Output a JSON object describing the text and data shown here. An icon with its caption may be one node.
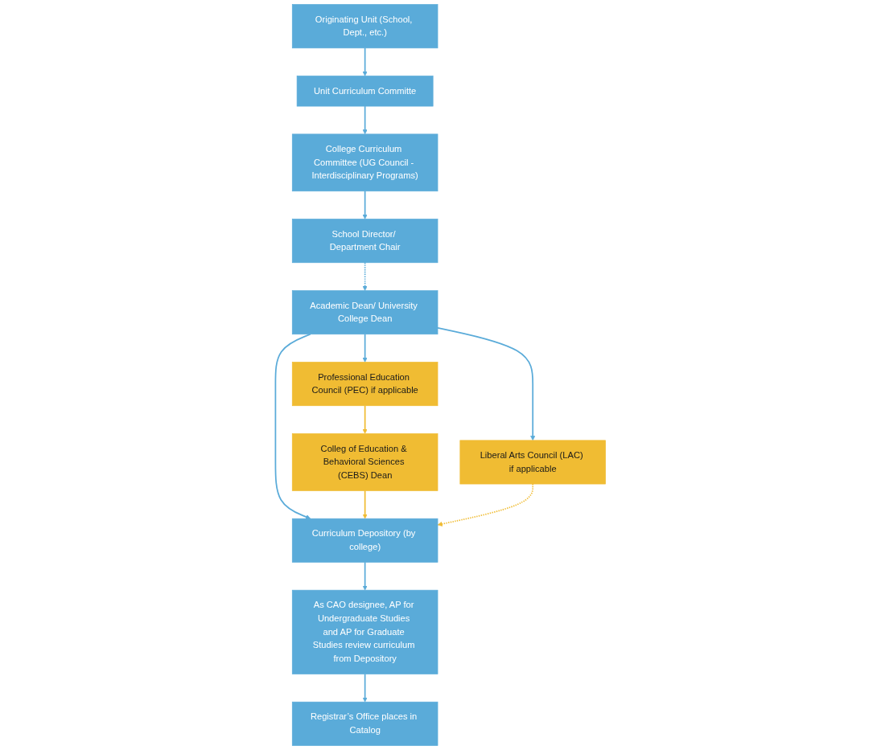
{
  "diagram": {
    "nodes": [
      {
        "text": [
          "Originating Unit (School, Dept., etc.)"
        ]
      },
      {
        "text": [
          "Unit Curriculum Committe"
        ]
      },
      {
        "text": [
          "College Curriculum Committee (UG Council - Interdisciplinary Programs)"
        ]
      },
      {
        "text": [
          "School Director/ Department Chair"
        ]
      },
      {
        "text": [
          "Liberal Arts Council (LAC) if applicable"
        ]
      },
      {
        "text": [
          "Academic Dean/ University College Dean"
        ]
      },
      {
        "text": [
          "Professional Education Council (PEC) if applicable"
        ]
      },
      {
        "text": [
          "Colleg of Education & Behavioral Sciences (CEBS) Dean"
        ]
      },
      {
        "text": [
          "Curriculum Depository (by college)"
        ]
      },
      {
        "text": [
          "As CAO designee, AP for Undergraduate Studies and AP for Graduate Studies review curriculum from Depository"
        ]
      },
      {
        "text": [
          "Registrar’s Office places in Catalog"
        ]
      }
    ],
    "edges": [
      {
        "from": 0,
        "to": 1,
        "arrow": "to"
      },
      {
        "from": 1,
        "to": 2,
        "arrow": "to"
      },
      {
        "from": 2,
        "to": 3,
        "arrow": "to"
      },
      {
        "from": 3,
        "to": 5,
        "arrow": "to",
        "style": "dashed"
      },
      {
        "from": 5,
        "to": 4,
        "arrow": "to"
      },
      {
        "from": 5,
        "to": 6,
        "arrow": "to"
      },
      {
        "from": 6,
        "to": 7,
        "arrow": "to",
        "color": "#f0bc33"
      },
      {
        "from": 5,
        "to": 8,
        "arrow": "to"
      },
      {
        "from": 7,
        "to": 8,
        "arrow": "to",
        "color": "#f0bc33"
      },
      {
        "from": 4,
        "to": 8,
        "arrow": "to",
        "style": "dashed",
        "color": "#f0bc33"
      },
      {
        "from": 8,
        "to": 9,
        "arrow": "to"
      },
      {
        "from": 9,
        "to": 10,
        "arrow": "to"
      }
    ]
  }
}
